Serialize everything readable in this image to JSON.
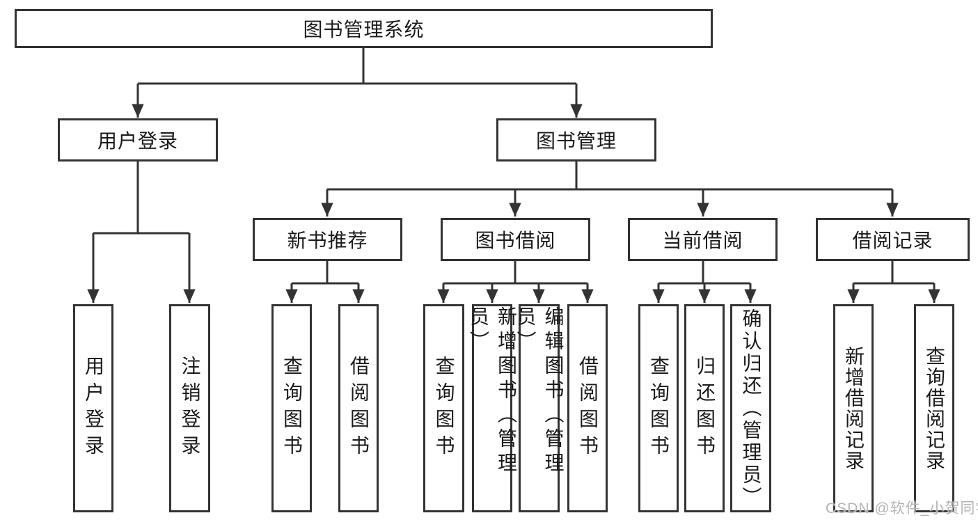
{
  "colors": {
    "line": "#333333",
    "box_border": "#333333",
    "text": "#1a1a1a",
    "watermark": "#b3b3b3",
    "background": "#ffffff"
  },
  "tree": {
    "label": "图书管理系统",
    "children": [
      {
        "label": "用户登录",
        "children": [
          {
            "label": "用户登录"
          },
          {
            "label": "注销登录"
          }
        ]
      },
      {
        "label": "图书管理",
        "children": [
          {
            "label": "新书推荐",
            "children": [
              {
                "label": "查询图书"
              },
              {
                "label": "借阅图书"
              }
            ]
          },
          {
            "label": "图书借阅",
            "children": [
              {
                "label": "查询图书"
              },
              {
                "label": "新增图书（管理员）"
              },
              {
                "label": "编辑图书（管理员）"
              },
              {
                "label": "借阅图书"
              }
            ]
          },
          {
            "label": "当前借阅",
            "children": [
              {
                "label": "查询图书"
              },
              {
                "label": "归还图书"
              },
              {
                "label": "确认归还（管理员）"
              }
            ]
          },
          {
            "label": "借阅记录",
            "children": [
              {
                "label": "新增借阅记录"
              },
              {
                "label": "查询借阅记录"
              }
            ]
          }
        ]
      }
    ]
  },
  "watermark": {
    "text": "CSDN @软件_小贺同学"
  }
}
